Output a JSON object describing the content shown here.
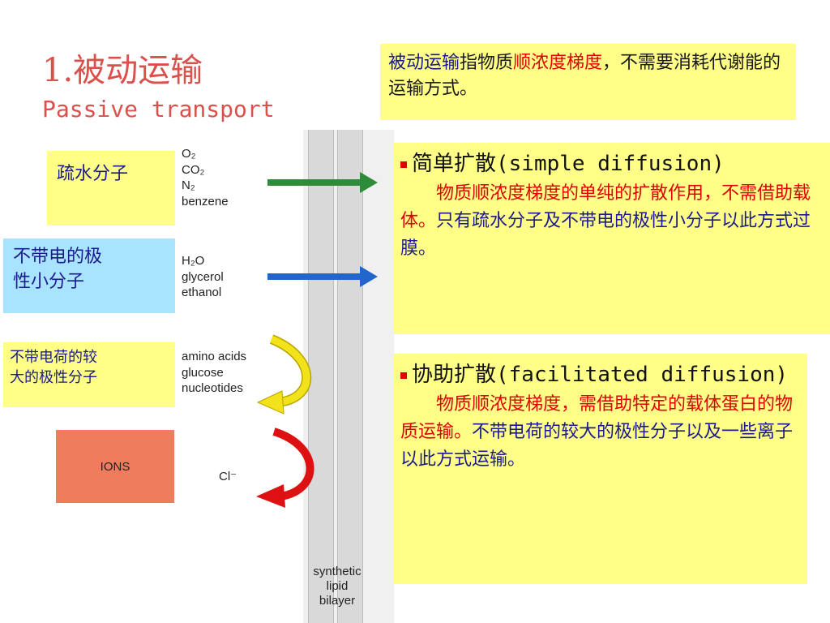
{
  "title": {
    "cn": "1.被动运输",
    "en": "Passive transport"
  },
  "definition": {
    "p1": "被动运输",
    "p2": "指物质",
    "p3": "顺浓度梯度",
    "p4": "，不需要消耗代谢能的运输方式。"
  },
  "labels": {
    "hydrophobic": "疏水分子",
    "small_polar_1": "不带电的极",
    "small_polar_2": "性小分子",
    "large_polar_1": "不带电荷的较",
    "large_polar_2": "大的极性分子"
  },
  "molecules": {
    "group1": [
      "O₂",
      "CO₂",
      "N₂",
      "benzene"
    ],
    "group2": [
      "H₂O",
      "glycerol",
      "ethanol"
    ],
    "group3": [
      "amino acids",
      "glucose",
      "nucleotides"
    ],
    "ions_label": "IONS",
    "chloride": "Cl⁻"
  },
  "membrane_label": [
    "synthetic",
    "lipid",
    "bilayer"
  ],
  "simple_diffusion": {
    "heading": "简单扩散(simple diffusion)",
    "red_text": "物质顺浓度梯度的单纯的扩散作用，不需借助载体。",
    "blue_text": "只有疏水分子及不带电的极性小分子以此方式过膜。"
  },
  "facilitated_diffusion": {
    "heading": "协助扩散(facilitated diffusion)",
    "red_text": "物质顺浓度梯度，需借助特定的载体蛋白的物质运输。",
    "blue_text": "不带电荷的较大的极性分子以及一些离子以此方式运输。"
  },
  "colors": {
    "title": "#d9514a",
    "box": "#ffff88",
    "accent_red": "#e00000",
    "accent_blue": "#1a1a8c",
    "ions_bg": "#ef7d5d",
    "arrow_green": "#2e8b3a",
    "arrow_blue": "#2266cc",
    "arrow_yellow": "#f2e21a",
    "arrow_red": "#dd1111"
  }
}
